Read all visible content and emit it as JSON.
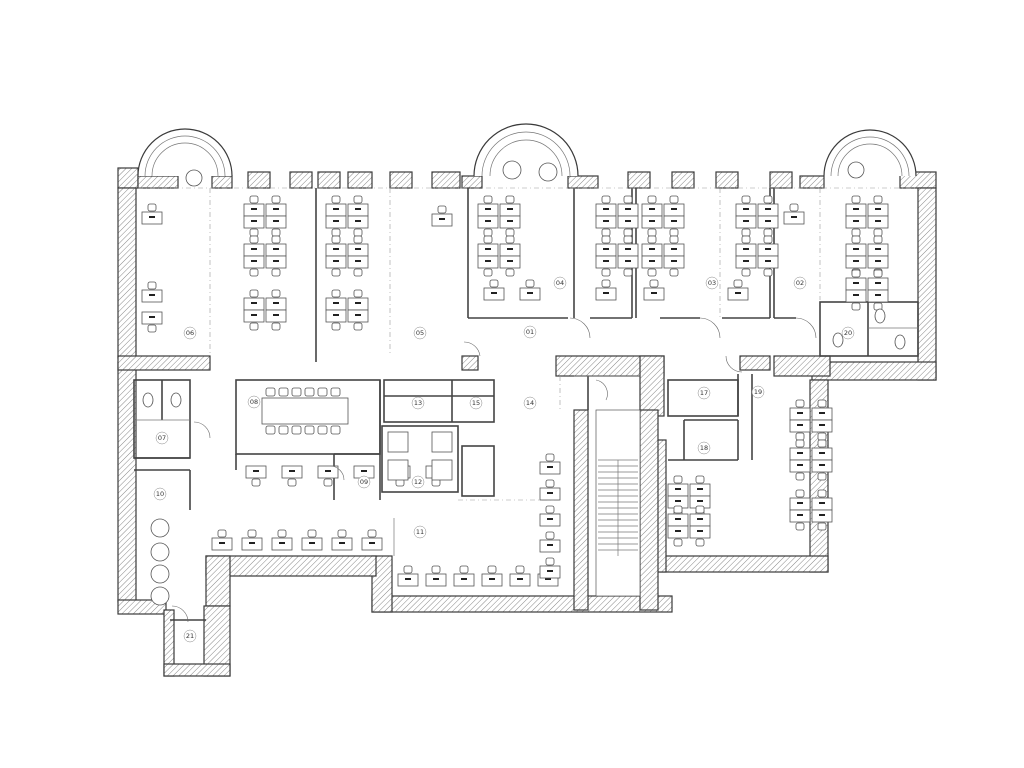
{
  "plan": {
    "rooms": [
      {
        "id": "room-01",
        "label": "01"
      },
      {
        "id": "room-02",
        "label": "02"
      },
      {
        "id": "room-03",
        "label": "03"
      },
      {
        "id": "room-04",
        "label": "04"
      },
      {
        "id": "room-05",
        "label": "05"
      },
      {
        "id": "room-06",
        "label": "06"
      },
      {
        "id": "room-07",
        "label": "07"
      },
      {
        "id": "room-08",
        "label": "08"
      },
      {
        "id": "room-09",
        "label": "09"
      },
      {
        "id": "room-10",
        "label": "10"
      },
      {
        "id": "room-11",
        "label": "11"
      },
      {
        "id": "room-12",
        "label": "12"
      },
      {
        "id": "room-13",
        "label": "13"
      },
      {
        "id": "room-14",
        "label": "14"
      },
      {
        "id": "room-15",
        "label": "15"
      },
      {
        "id": "room-17",
        "label": "17"
      },
      {
        "id": "room-18",
        "label": "18"
      },
      {
        "id": "room-19",
        "label": "19"
      },
      {
        "id": "room-20",
        "label": "20"
      },
      {
        "id": "room-21",
        "label": "21"
      }
    ]
  }
}
